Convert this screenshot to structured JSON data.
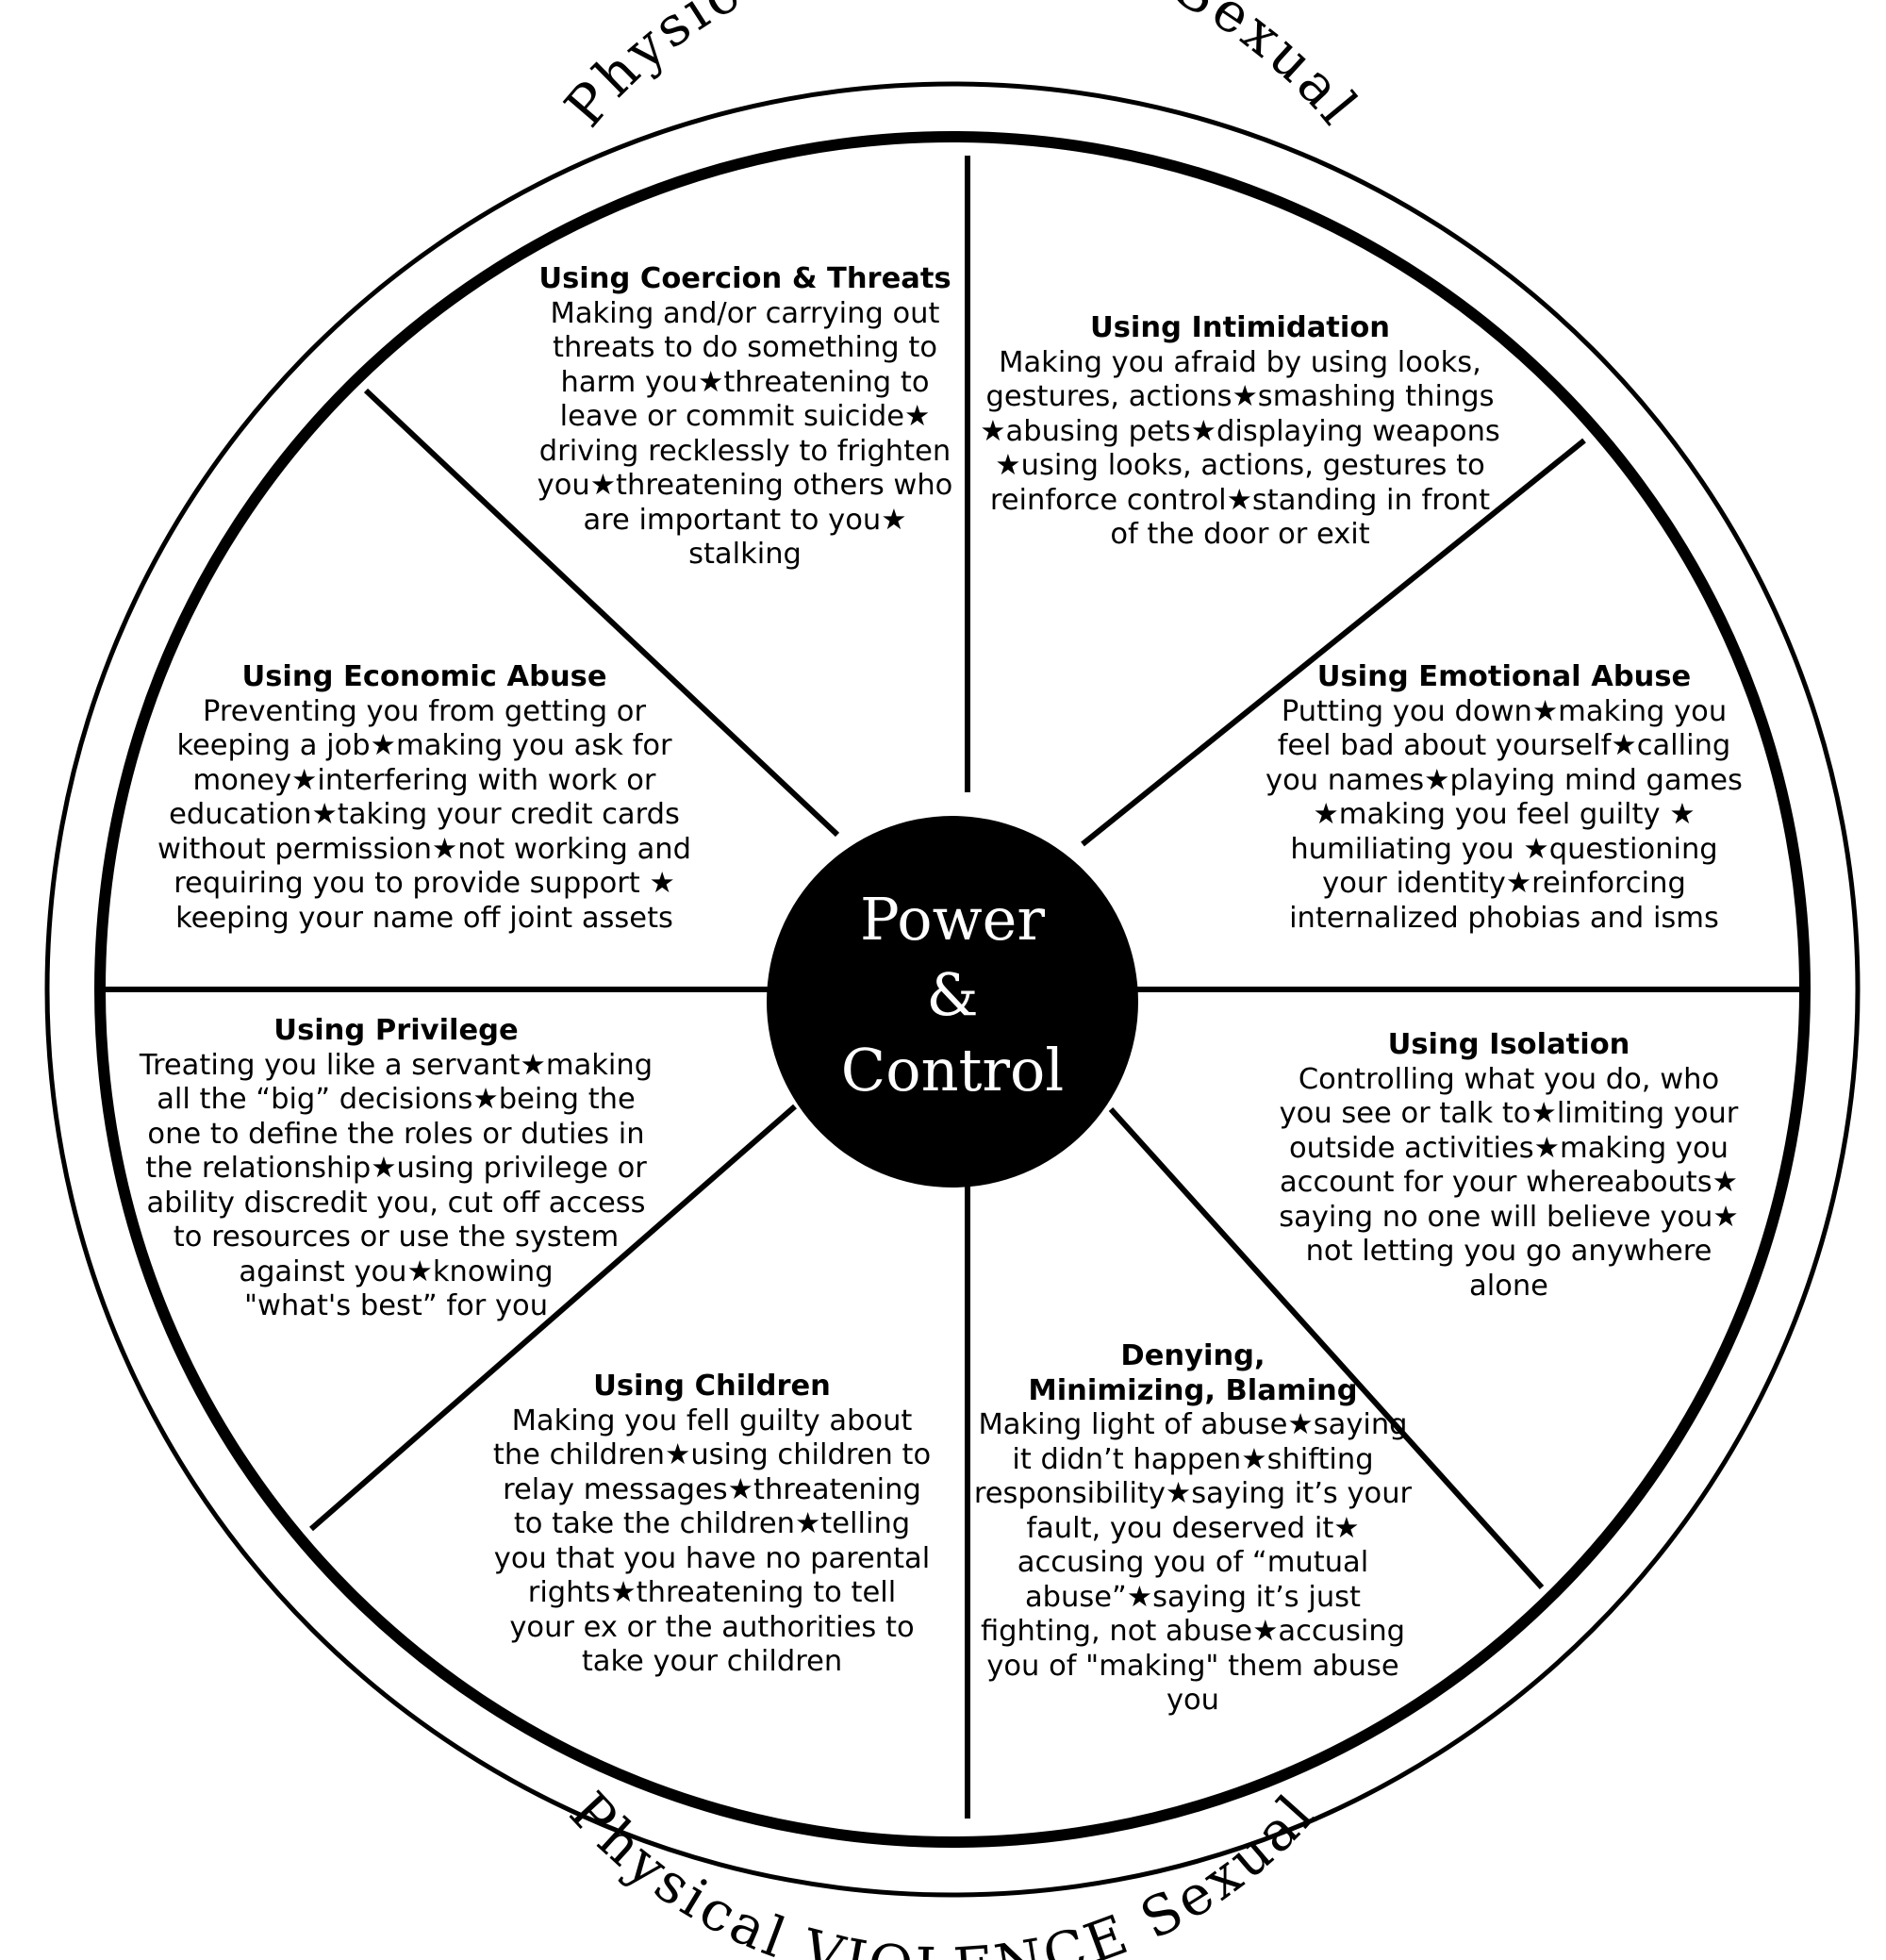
{
  "hub": {
    "text": "Power\n&\nControl"
  },
  "ring": {
    "top": "Physical VIOLENCE Sexual",
    "bottom": "Physical VIOLENCE Sexual"
  },
  "segments": {
    "coercion": {
      "title": "Using Coercion & Threats",
      "body": "Making and/or carrying out\nthreats to do something to\nharm you★threatening to\nleave  or commit suicide★\ndriving recklessly to frighten\nyou★threatening others who\nare important to you★\nstalking"
    },
    "intimidation": {
      "title": "Using Intimidation",
      "body": "Making you afraid by using looks,\ngestures, actions★smashing things\n★abusing pets★displaying weapons\n★using looks, actions, gestures to\nreinforce control★standing in front\nof the door or exit"
    },
    "emotional": {
      "title": "Using Emotional Abuse",
      "body": "Putting you down★making you\nfeel bad about yourself★calling\nyou names★playing mind games\n★making you feel guilty ★\nhumiliating you ★questioning\nyour identity★reinforcing\ninternalized phobias and isms"
    },
    "isolation": {
      "title": "Using Isolation",
      "body": "Controlling what you do, who\nyou see or talk to★limiting your\noutside activities★making you\naccount for your whereabouts★\nsaying no one will believe you★\nnot letting you go anywhere\nalone"
    },
    "denying": {
      "title": "Denying,\nMinimizing, Blaming",
      "body": "Making light of abuse★saying\nit didn’t happen★shifting\nresponsibility★saying it’s your\nfault, you deserved it★\naccusing you of “mutual\nabuse”★saying it’s just\nfighting, not abuse★accusing\nyou of \"making\" them abuse\nyou"
    },
    "children": {
      "title": "Using Children",
      "body": "Making you fell guilty about\nthe children★using children to\nrelay messages★threatening\nto take the children★telling\nyou that you have no parental\nrights★threatening to tell\nyour ex or the authorities to\ntake your children"
    },
    "privilege": {
      "title": "Using Privilege",
      "body": "Treating you like a servant★making\nall the “big” decisions★being the\none to define the roles or duties in\nthe relationship★using privilege or\nability discredit you, cut off access\nto resources or use the system\nagainst you★knowing\n\"what's best” for you"
    },
    "economic": {
      "title": "Using Economic Abuse",
      "body": "Preventing you from getting or\nkeeping a job★making you ask for\nmoney★interfering with work or\neducation★taking your credit cards\nwithout permission★not working and\nrequiring you to provide support ★\nkeeping your name off joint assets"
    }
  }
}
